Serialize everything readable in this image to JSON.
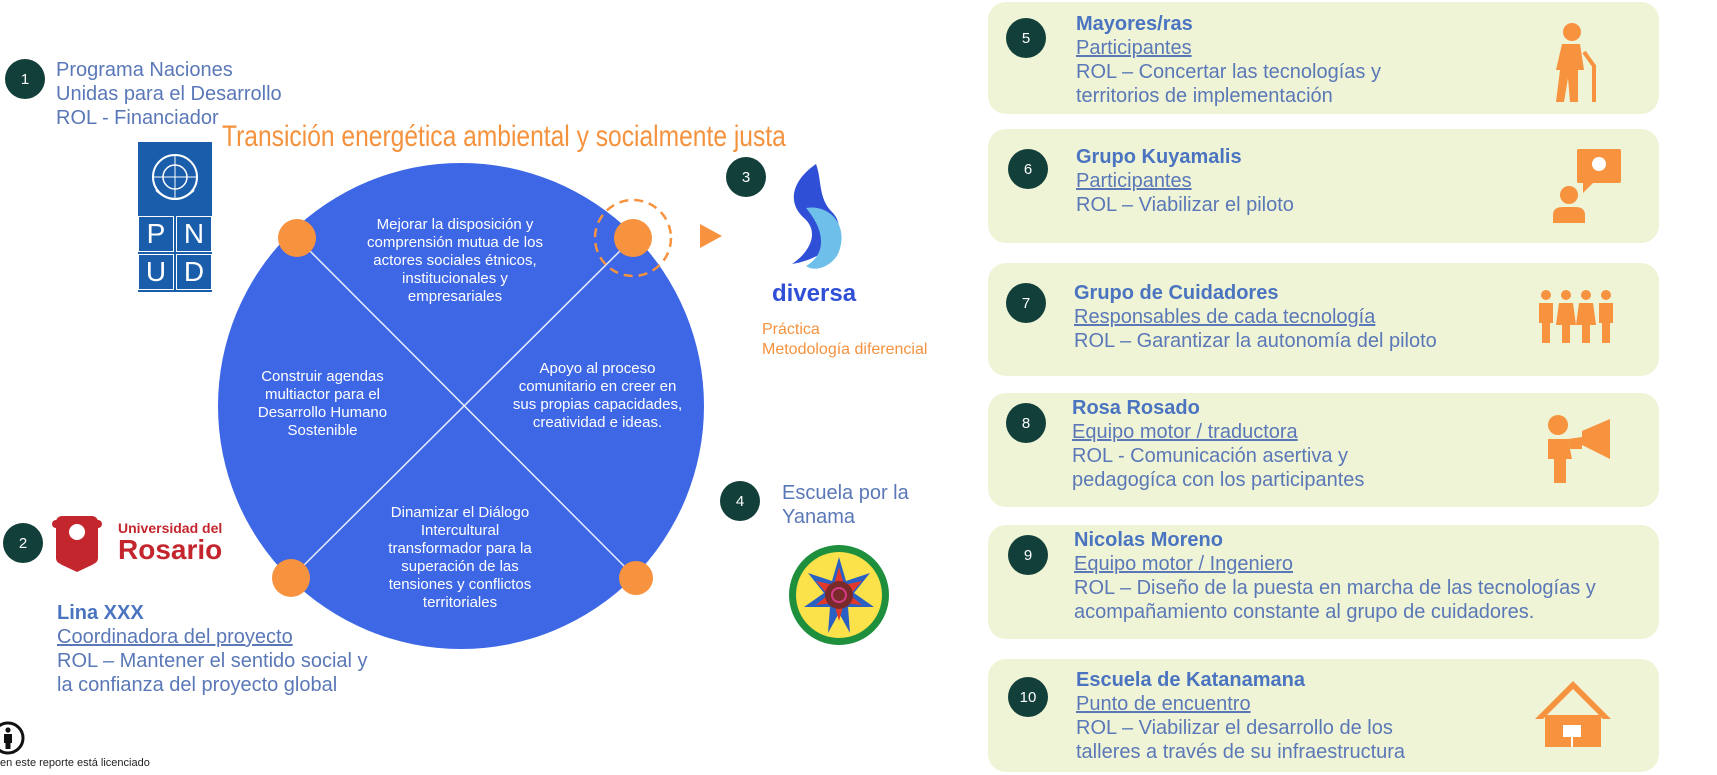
{
  "diagram_title": "Transición energética ambiental y socialmente justa",
  "colors": {
    "circle": "#3e67e6",
    "orange": "#f7923e",
    "card": "#eff4d6",
    "badge": "#123f3a",
    "text_blue": "#5a78b7"
  },
  "left": {
    "item1": {
      "number": "1",
      "lines": [
        "Programa Naciones",
        "Unidas para el Desarrollo",
        "ROL - Financiador"
      ],
      "logo_letters": [
        "P",
        "N",
        "U",
        "D"
      ]
    },
    "item2": {
      "number": "2",
      "logo_small": "Universidad del",
      "logo_big": "Rosario",
      "name": "Lina XXX",
      "role_title": "Coordinadora del proyecto",
      "role_lines": [
        "ROL –  Mantener el sentido social y",
        "la confianza del proyecto global"
      ]
    }
  },
  "quadrants": {
    "top": "Mejorar la disposición y comprensión mutua de los actores sociales étnicos, institucionales y empresariales",
    "left": "Construir agendas multiactor para el Desarrollo Humano Sostenible",
    "right": "Apoyo al proceso comunitario en creer en sus propias capacidades, creatividad e ideas.",
    "bottom": "Dinamizar el Diálogo Intercultural transformador para la superación de las tensiones y conflictos territoriales"
  },
  "middle": {
    "item3": {
      "number": "3",
      "brand": "diversa",
      "lines": [
        "Práctica",
        "Metodología diferencial"
      ]
    },
    "item4": {
      "number": "4",
      "lines": [
        "Escuela por la",
        "Yanama"
      ]
    }
  },
  "cards": [
    {
      "number": "5",
      "name": "Mayores/ras",
      "role_title": "Participantes",
      "role_lines": [
        "ROL – Concertar las tecnologías y",
        "territorios de implementación"
      ],
      "icon": "elder-icon"
    },
    {
      "number": "6",
      "name": "Grupo Kuyamalis",
      "role_title": "Participantes",
      "role_lines": [
        "ROL – Viabilizar el piloto"
      ],
      "icon": "idea-person-icon"
    },
    {
      "number": "7",
      "name": "Grupo de Cuidadores",
      "role_title": "Responsables de cada tecnología",
      "role_lines": [
        "ROL –  Garantizar la autonomía del piloto"
      ],
      "icon": "group-icon"
    },
    {
      "number": "8",
      "name": "Rosa Rosado",
      "role_title": "Equipo motor / traductora",
      "role_lines": [
        "ROL - Comunicación asertiva y",
        "pedagogíca con los participantes"
      ],
      "icon": "megaphone-icon"
    },
    {
      "number": "9",
      "name": "Nicolas Moreno",
      "role_title": "Equipo motor / Ingeniero",
      "role_lines": [
        "ROL –  Diseño de la puesta en marcha de las tecnologías y",
        "acompañamiento constante al grupo de cuidadores."
      ],
      "icon": ""
    },
    {
      "number": "10",
      "name": "Escuela de Katanamana",
      "role_title": "Punto de encuentro",
      "role_lines": [
        "ROL –  Viabilizar el desarrollo de los",
        "talleres a través de su infraestructura"
      ],
      "icon": "house-icon"
    }
  ],
  "footer": {
    "text": "en este reporte está licenciado"
  }
}
